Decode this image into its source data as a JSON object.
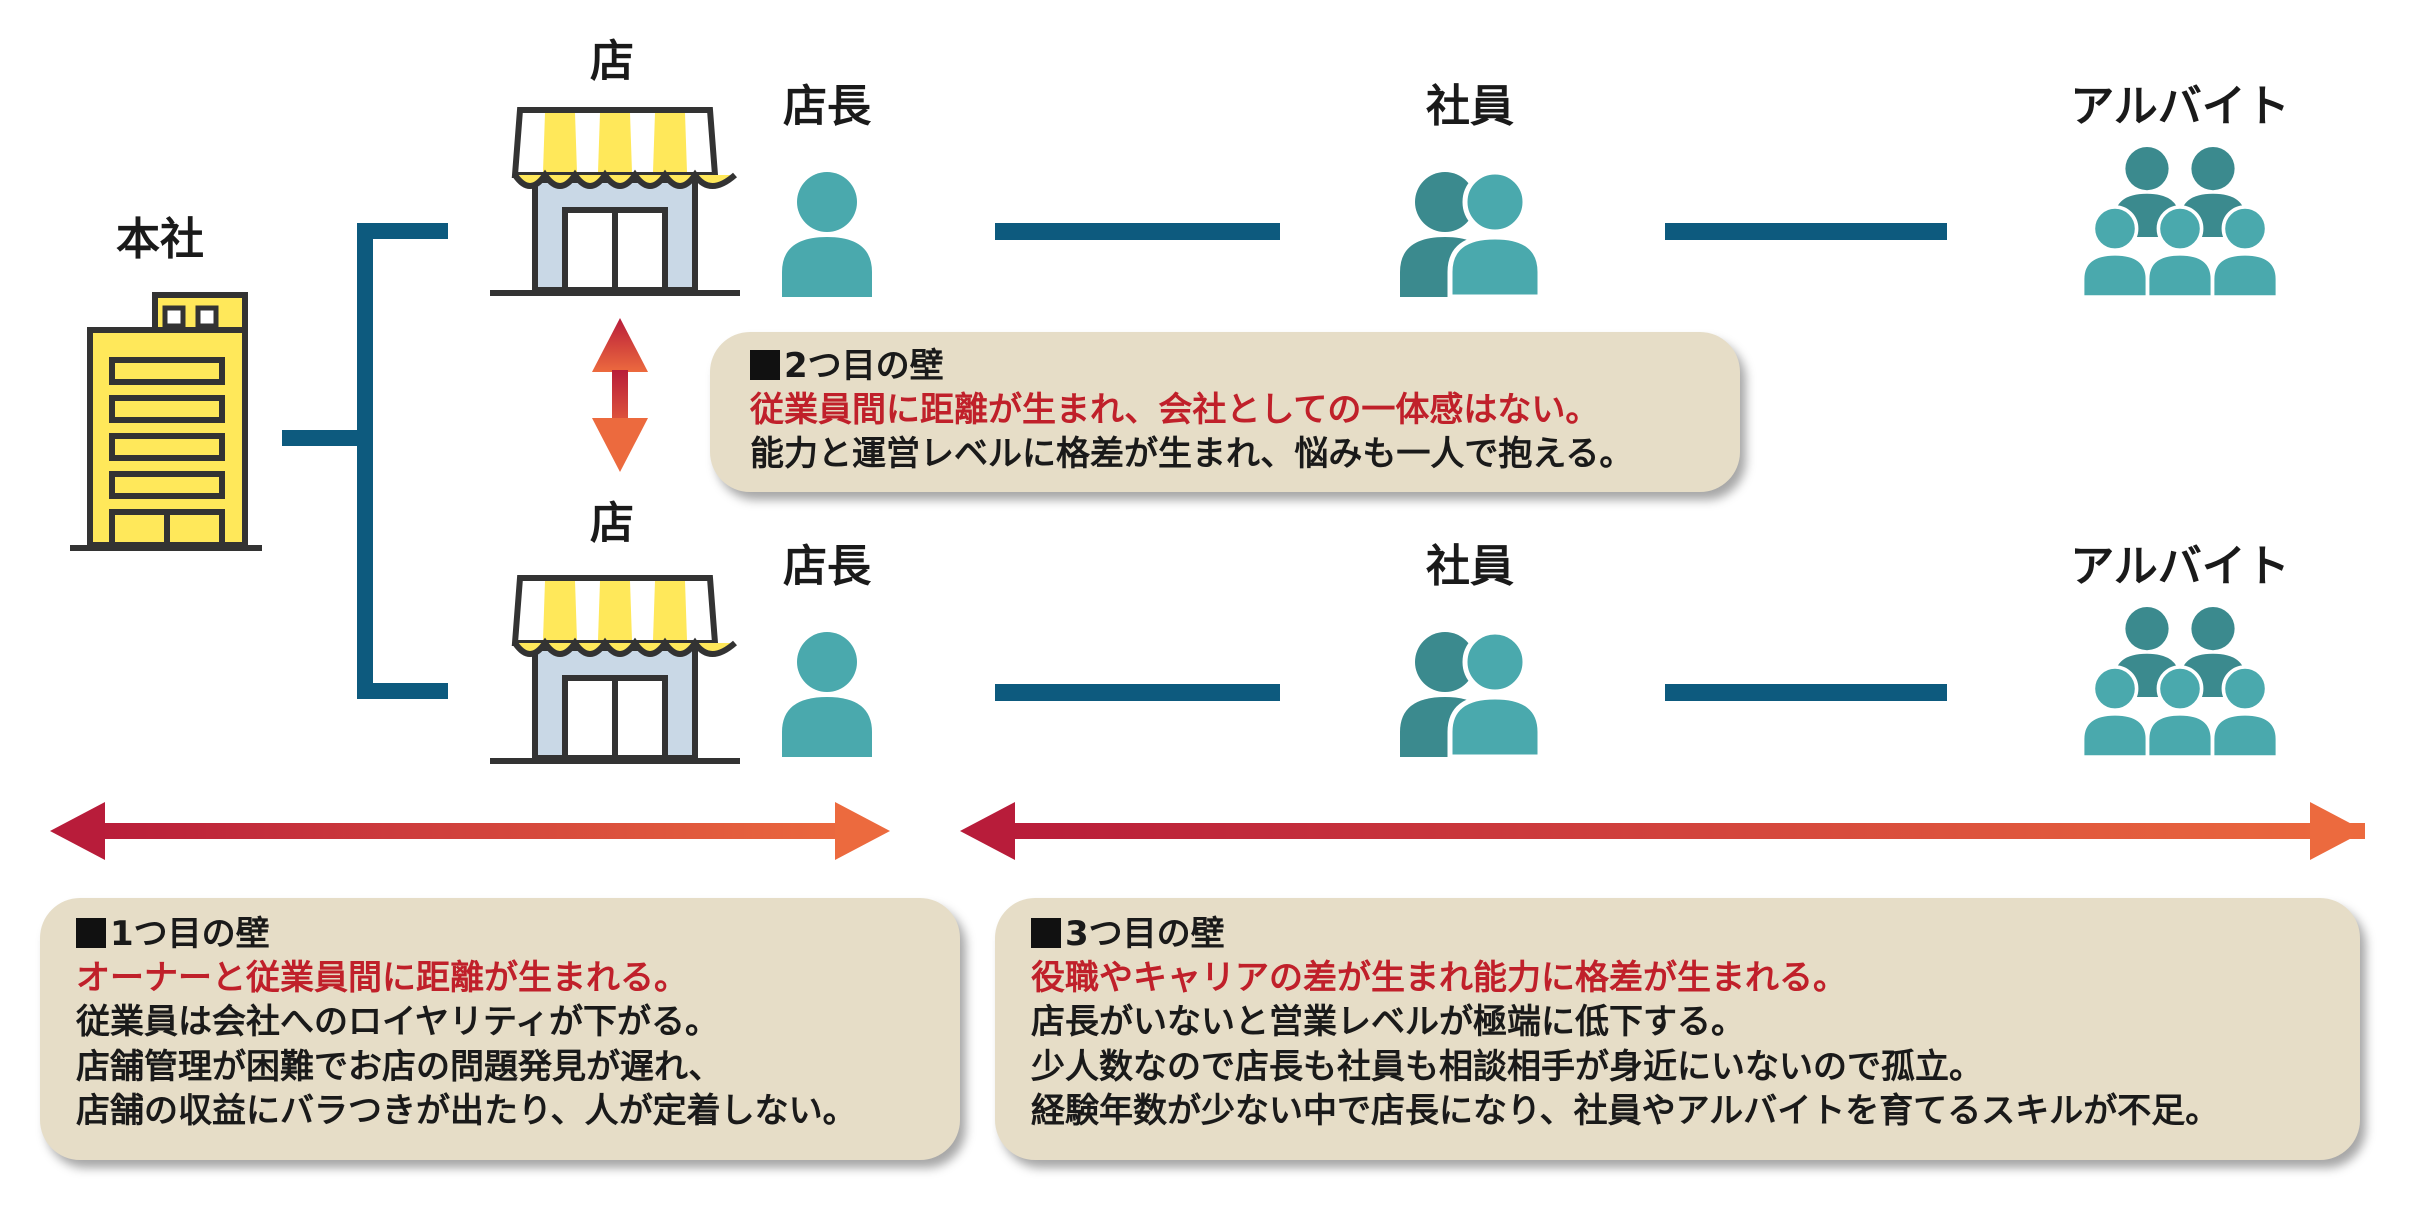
{
  "hq": {
    "label": "本社"
  },
  "stores": [
    {
      "label": "店",
      "roles": [
        "店長",
        "社員",
        "アルバイト"
      ]
    },
    {
      "label": "店",
      "roles": [
        "店長",
        "社員",
        "アルバイト"
      ]
    }
  ],
  "walls": [
    {
      "title": "1つ目の壁",
      "highlight": "オーナーと従業員間に距離が生まれる。",
      "lines": [
        "従業員は会社へのロイヤリティが下がる。",
        "店舗管理が困難でお店の問題発見が遅れ、",
        "店舗の収益にバラつきが出たり、人が定着しない。"
      ]
    },
    {
      "title": "2つ目の壁",
      "highlight": "従業員間に距離が生まれ、会社としての一体感はない。",
      "lines": [
        "能力と運営レベルに格差が生まれ、悩みも一人で抱える。"
      ]
    },
    {
      "title": "3つ目の壁",
      "highlight": "役職やキャリアの差が生まれ能力に格差が生まれる。",
      "lines": [
        "店長がいないと営業レベルが極端に低下する。",
        "少人数なので店長も社員も相談相手が身近にいないので孤立。",
        "経験年数が少ない中で店長になり、社員やアルバイトを育てるスキルが不足。"
      ]
    }
  ],
  "colors": {
    "connector": "#0d5a7e",
    "person": "#4aa9ad",
    "person_dark": "#3b8a8e",
    "awning": "#ffe85a",
    "arrow_start": "#b81c3a",
    "arrow_end": "#ec6a3e",
    "callout_bg": "#e6ddc7",
    "highlight": "#c0202a"
  }
}
